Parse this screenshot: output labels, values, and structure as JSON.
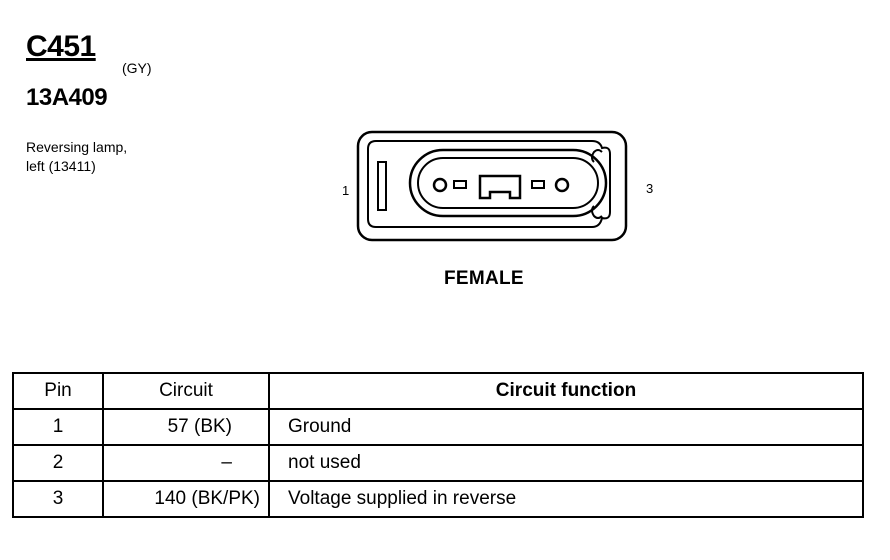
{
  "header": {
    "connector_id": "C451",
    "color_code": "(GY)",
    "part_number": "13A409",
    "description_lines": [
      "Reversing lamp,",
      "left (13411)"
    ]
  },
  "connector": {
    "pin_left_label": "1",
    "pin_right_label": "3",
    "gender": "FEMALE"
  },
  "table": {
    "headers": [
      "Pin",
      "Circuit",
      "Circuit function"
    ],
    "rows": [
      {
        "pin": "1",
        "circuit": "57 (BK)",
        "function": "Ground"
      },
      {
        "pin": "2",
        "circuit": "–",
        "function": "not used"
      },
      {
        "pin": "3",
        "circuit": "140 (BK/PK)",
        "function": "Voltage supplied in reverse"
      }
    ]
  }
}
